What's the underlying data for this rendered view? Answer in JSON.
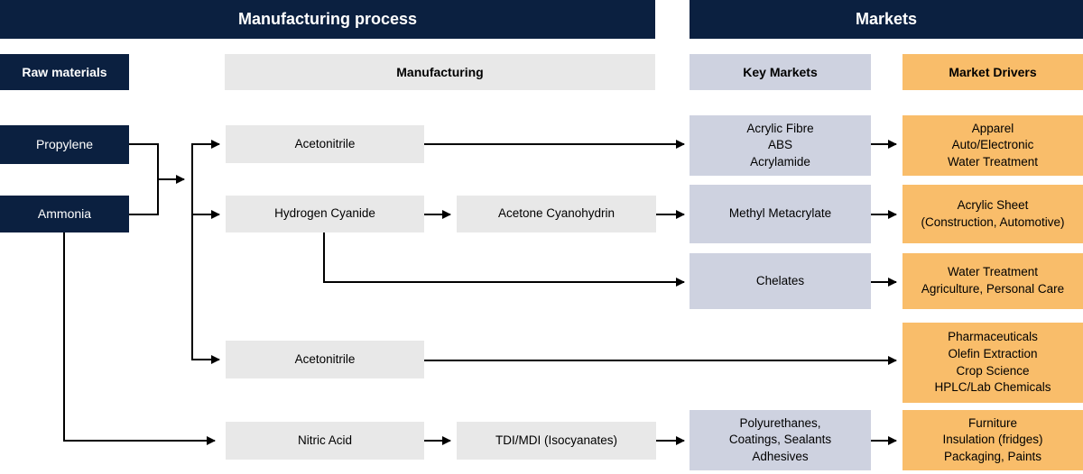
{
  "headers": {
    "manufacturing_process": "Manufacturing process",
    "markets": "Markets"
  },
  "columns": {
    "raw_materials": "Raw materials",
    "manufacturing": "Manufacturing",
    "key_markets": "Key Markets",
    "market_drivers": "Market Drivers"
  },
  "nodes": {
    "propylene": "Propylene",
    "ammonia": "Ammonia",
    "acetonitrile_top": "Acetonitrile",
    "hydrogen_cyanide": "Hydrogen Cyanide",
    "acetone_cyanohydrin": "Acetone Cyanohydrin",
    "acetonitrile_mid": "Acetonitrile",
    "nitric_acid": "Nitric Acid",
    "tdi_mdi": "TDI/MDI (Isocyanates)"
  },
  "key_markets": {
    "row1": "Acrylic Fibre\nABS\nAcrylamide",
    "row2": "Methyl Metacrylate",
    "row3": "Chelates",
    "row5": "Polyurethanes,\nCoatings, Sealants\nAdhesives"
  },
  "market_drivers": {
    "row1": "Apparel\nAuto/Electronic\nWater Treatment",
    "row2": "Acrylic Sheet\n(Construction, Automotive)",
    "row3": "Water Treatment\nAgriculture, Personal Care",
    "row4": "Pharmaceuticals\nOlefin Extraction\nCrop Science\nHPLC/Lab Chemicals",
    "row5": "Furniture\nInsulation (fridges)\nPackaging, Paints"
  },
  "colors": {
    "navy": "#0b2040",
    "gray": "#e8e8e8",
    "lavender": "#ced2e0",
    "orange": "#f9bd6a"
  }
}
